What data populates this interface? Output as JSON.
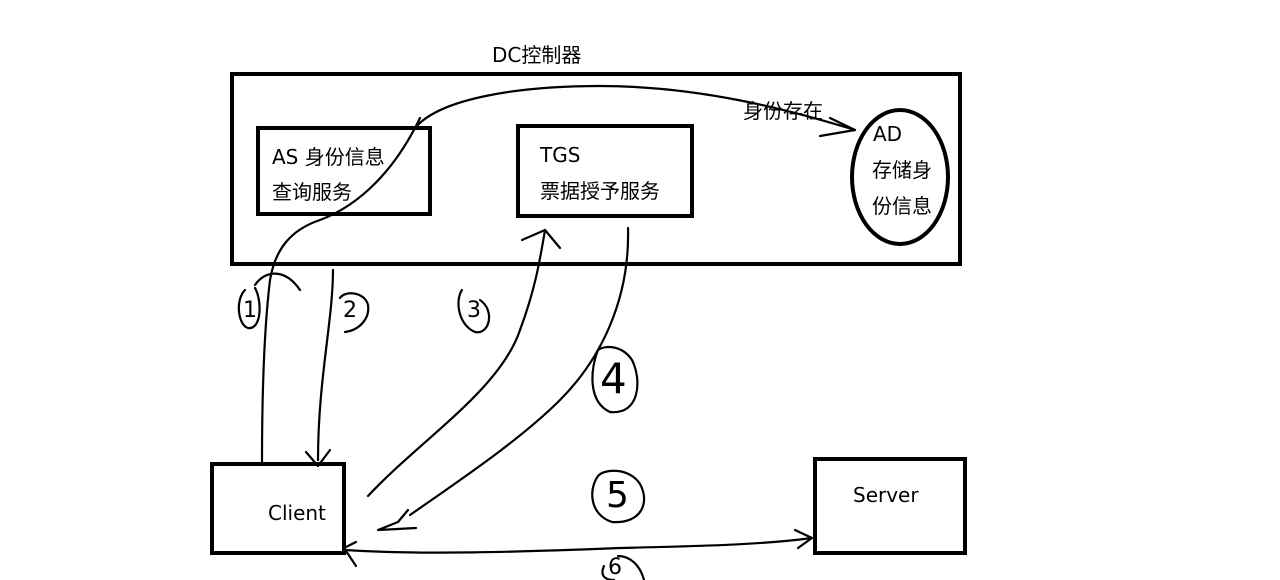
{
  "dc": {
    "title": "DC控制器"
  },
  "as": {
    "line1": "AS 身份信息",
    "line2": "查询服务"
  },
  "tgs": {
    "line1": "TGS",
    "line2": "票据授予服务"
  },
  "ad": {
    "line1": "AD",
    "line2": "存储身",
    "line3": "份信息"
  },
  "edge_label": "身份存在",
  "client": {
    "label": "Client"
  },
  "server": {
    "label": "Server"
  },
  "steps": [
    "1",
    "2",
    "3",
    "4",
    "5",
    "6"
  ]
}
